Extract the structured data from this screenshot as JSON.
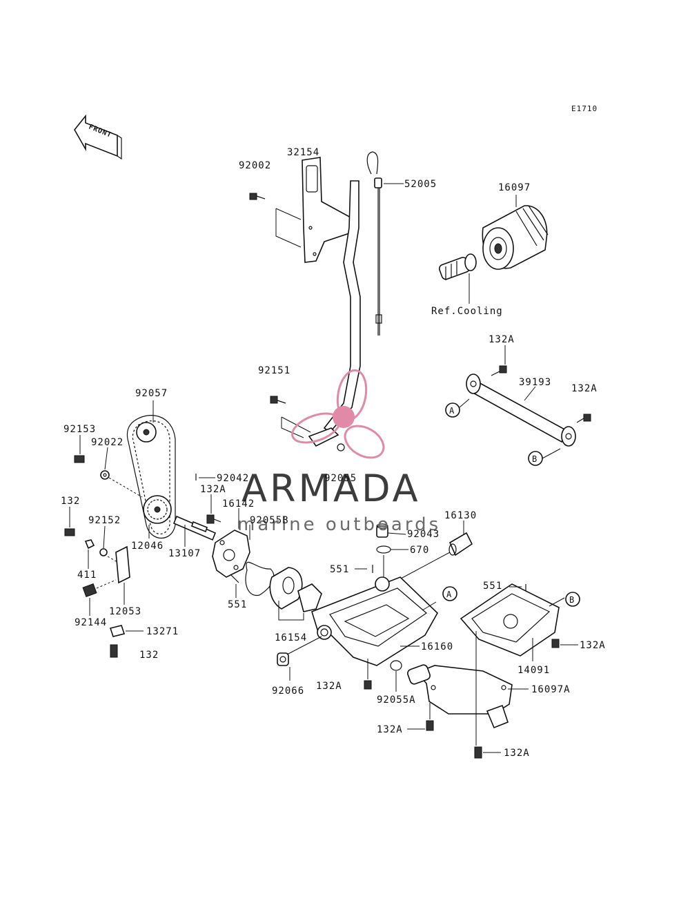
{
  "diagram": {
    "code": "E1710",
    "front_label": "FRONT",
    "ref_text": "Ref.Cooling",
    "watermark": {
      "title": "ARMADA",
      "subtitle": "marine outboards",
      "accent": "#e08aa8"
    },
    "callouts": {
      "c92002": "92002",
      "c32154": "32154",
      "c52005": "52005",
      "c16097": "16097",
      "c132A_top": "132A",
      "c39193": "39193",
      "c132A_right": "132A",
      "c92151": "92151",
      "c92057": "92057",
      "c92153": "92153",
      "c92022": "92022",
      "c92042": "92042",
      "c132A_mid": "132A",
      "c16142": "16142",
      "c92055": "92055",
      "c92055B": "92055B",
      "c16130": "16130",
      "c92043": "92043",
      "c670": "670",
      "c132": "132",
      "c92152": "92152",
      "c12046": "12046",
      "c13107": "13107",
      "c411": "411",
      "c551_left": "551",
      "c551_mid": "551",
      "c551_right": "551",
      "c12053": "12053",
      "c92144": "92144",
      "c13271": "13271",
      "c132_bottom": "132",
      "c16154": "16154",
      "c16160": "16160",
      "c92066": "92066",
      "c132A_a": "132A",
      "c92055A": "92055A",
      "c132A_b": "132A",
      "c14091": "14091",
      "c16097A": "16097A",
      "c132A_c": "132A",
      "c132A_d": "132A"
    },
    "markers": {
      "A1": "A",
      "B1": "B",
      "A2": "A",
      "B2": "B"
    }
  }
}
